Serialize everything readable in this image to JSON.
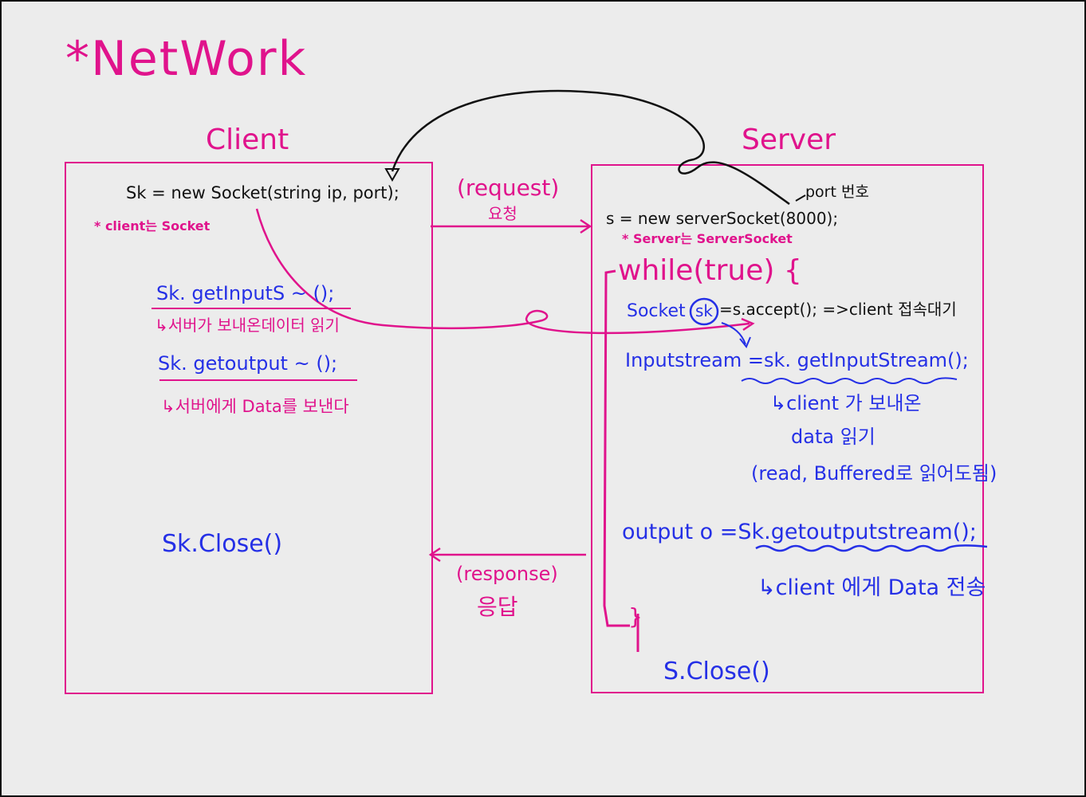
{
  "title": "*NetWork",
  "colors": {
    "pink": "#e0138c",
    "blue": "#2530e6",
    "black": "#111111",
    "background": "#ececec"
  },
  "client": {
    "label": "Client",
    "socket_line": "Sk = new Socket(string ip, port);",
    "note": "* client는 Socket",
    "input_line": "Sk. getInputS ~ ();",
    "input_note": "↳서버가 보내온데이터 읽기",
    "output_line": "Sk. getoutput ~ ();",
    "output_note": "↳서버에게 Data를 보낸다",
    "close_line": "Sk.Close()"
  },
  "server": {
    "label": "Server",
    "server_socket_line": "s = new serverSocket(8000);",
    "port_note": "port 번호",
    "note": "* Server는 ServerSocket",
    "while_line": "while(true) {",
    "accept_prefix": "Socket",
    "accept_var": "sk",
    "accept_suffix": "=s.accept(); =>client 접속대기",
    "inputstream_line": "Inputstream =sk. getInputStream();",
    "input_note_1": "↳client 가 보내온",
    "input_note_2": "data 읽기",
    "input_note_3": "(read, Buffered로 읽어도됨)",
    "output_line": "output o  =Sk.getoutputstream();",
    "output_note": "↳client 에게 Data 전송",
    "while_close": "}",
    "close_line": "S.Close()"
  },
  "arrows": {
    "request_label": "(request)",
    "request_korean": "요청",
    "response_label": "(response)",
    "response_korean": "응답"
  }
}
